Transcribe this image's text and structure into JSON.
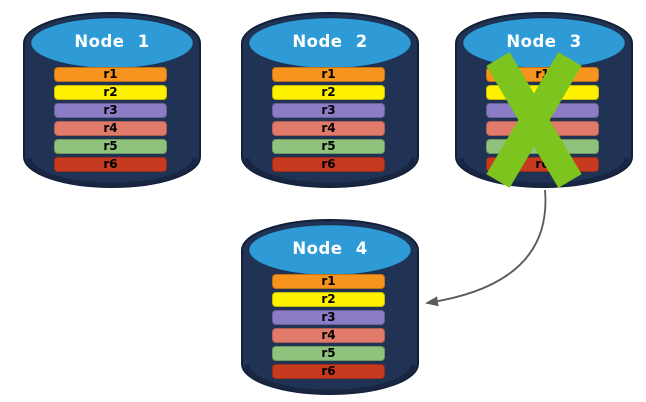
{
  "diagram": {
    "nodes": [
      {
        "label": "Node 1",
        "failed": false,
        "records": [
          "r1",
          "r2",
          "r3",
          "r4",
          "r5",
          "r6"
        ]
      },
      {
        "label": "Node 2",
        "failed": false,
        "records": [
          "r1",
          "r2",
          "r3",
          "r4",
          "r5",
          "r6"
        ]
      },
      {
        "label": "Node 3",
        "failed": true,
        "records": [
          "r1",
          "r2",
          "r3",
          "r4",
          "r5",
          "r6"
        ]
      },
      {
        "label": "Node 4",
        "failed": false,
        "records": [
          "r1",
          "r2",
          "r3",
          "r4",
          "r5",
          "r6"
        ]
      }
    ],
    "record_colors": {
      "r1": "#F7941D",
      "r2": "#FEF200",
      "r3": "#8B7CC5",
      "r4": "#E07A6B",
      "r5": "#8FC37D",
      "r6": "#C63A20"
    },
    "colors": {
      "background": "#FFFFFF",
      "cylinder_body": "#203355",
      "cylinder_top": "#2E9BD6",
      "cylinder_outline": "#121F38",
      "cylinder_bottom_shade": "#18253F",
      "title_text": "#FFFFFF",
      "record_text": "#000000",
      "failure_x": "#7DC41E",
      "arrow": "#595959"
    },
    "arrow": {
      "from": "Node 3",
      "to": "Node 4"
    }
  }
}
